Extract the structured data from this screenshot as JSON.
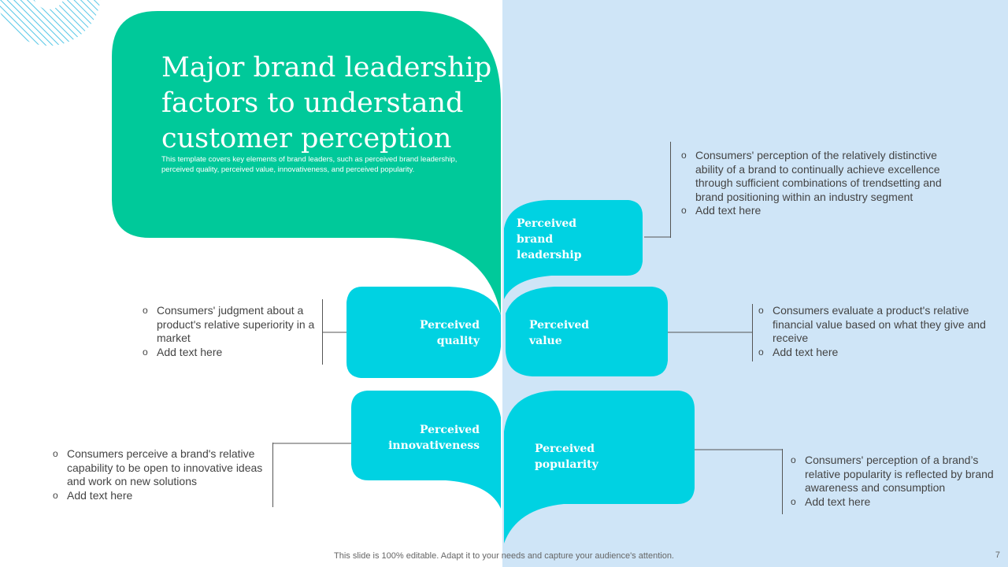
{
  "slide": {
    "title": "Major brand leadership factors to understand customer perception",
    "subtitle": "This template covers key elements of brand leaders, such as perceived brand leadership, perceived quality, perceived value, innovativeness, and perceived popularity.",
    "footer_note": "This slide is 100% editable. Adapt it to your needs and capture your audience's attention.",
    "page_number": "7"
  },
  "colors": {
    "green_accent": "#00c99a",
    "cyan_accent": "#00d2e2",
    "right_background": "#cfe5f7",
    "connector_line": "#555555"
  },
  "leaves": {
    "brand_leadership": {
      "label_lines": [
        "Perceived",
        "brand",
        "leadership"
      ],
      "bullets": [
        "Consumers' perception of the relatively distinctive ability of a brand to continually achieve excellence through sufficient combinations of trendsetting and brand positioning within an industry segment",
        "Add text here"
      ]
    },
    "quality": {
      "label_lines": [
        "Perceived",
        "quality"
      ],
      "bullets": [
        "Consumers' judgment about a product's relative superiority in a market",
        "Add text here"
      ]
    },
    "value": {
      "label_lines": [
        "Perceived",
        "value"
      ],
      "bullets": [
        "Consumers evaluate a product's relative financial value based on what they give and receive",
        "Add text here"
      ]
    },
    "innovativeness": {
      "label_lines": [
        "Perceived",
        "innovativeness"
      ],
      "bullets": [
        "Consumers perceive a brand's relative capability to be open to innovative ideas and work on new solutions",
        "Add text here"
      ]
    },
    "popularity": {
      "label_lines": [
        "Perceived",
        "popularity"
      ],
      "bullets": [
        "Consumers' perception of a brand’s relative popularity is reflected by brand awareness and consumption",
        "Add text here"
      ]
    }
  }
}
